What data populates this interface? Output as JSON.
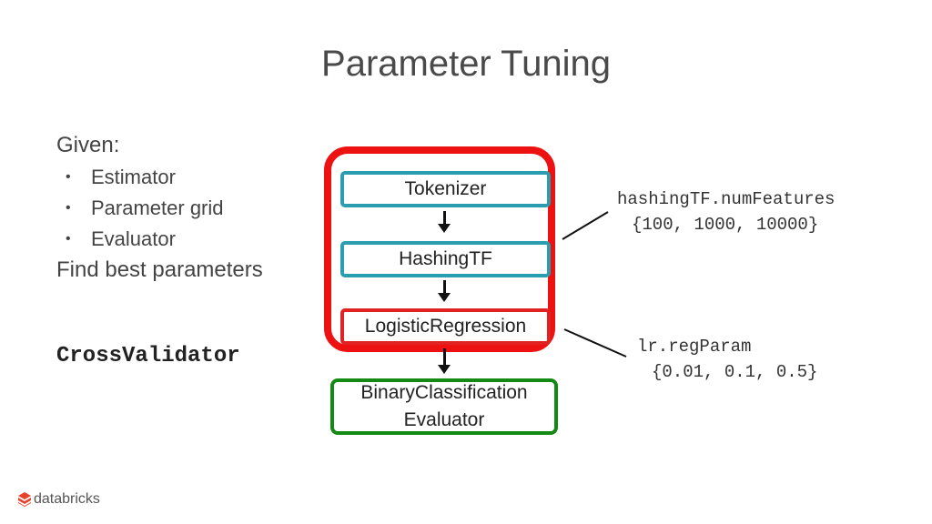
{
  "slide": {
    "title": "Parameter Tuning",
    "given_label": "Given:",
    "given_items": [
      "Estimator",
      "Parameter grid",
      "Evaluator"
    ],
    "find_text": "Find best parameters",
    "crossvalidator_label": "CrossValidator"
  },
  "pipeline": {
    "stages": [
      "Tokenizer",
      "HashingTF",
      "LogisticRegression"
    ],
    "evaluator_line1": "BinaryClassification",
    "evaluator_line2": "Evaluator"
  },
  "annotations": {
    "hashing_param": "hashingTF.numFeatures",
    "hashing_values": "{100, 1000, 10000}",
    "lr_param": "lr.regParam",
    "lr_values": "{0.01, 0.1, 0.5}"
  },
  "logo": {
    "text": "databricks"
  },
  "colors": {
    "pipeline_border": "#ee1111",
    "stage_teal": "#2a9db0",
    "stage_red": "#e02222",
    "evaluator_green": "#138a13"
  }
}
